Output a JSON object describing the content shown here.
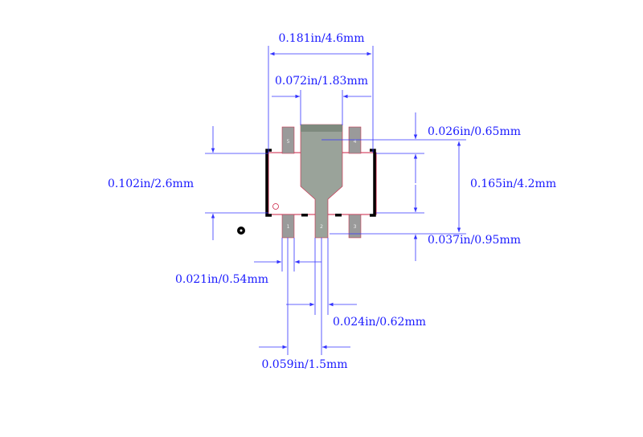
{
  "dimensions": {
    "overall_width": "0.181in/4.6mm",
    "tab_width": "0.072in/1.83mm",
    "lead_length_top": "0.026in/0.65mm",
    "body_height": "0.102in/2.6mm",
    "overall_height": "0.165in/4.2mm",
    "lead_length_bottom": "0.037in/0.95mm",
    "lead_width": "0.021in/0.54mm",
    "center_lead_width": "0.024in/0.62mm",
    "pitch": "0.059in/1.5mm"
  },
  "pins": {
    "p1": "1",
    "p2": "2",
    "p3": "3",
    "p4": "4",
    "p5": "5"
  },
  "colors": {
    "dimension": "#3333ff",
    "pad": "#9a9a9a",
    "tab": "#9aa39a",
    "outline": "#cc2244",
    "silkscreen": "#000000"
  }
}
